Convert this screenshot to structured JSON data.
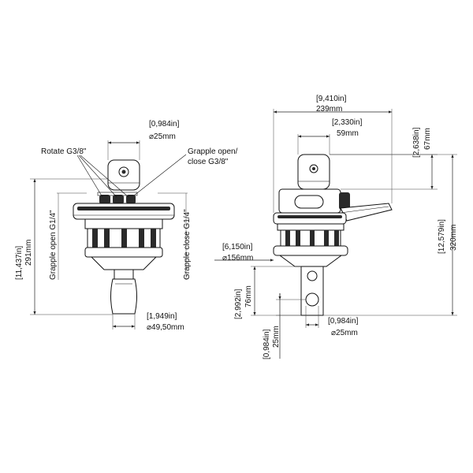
{
  "left_view": {
    "top_shaft_in": "[0,984in]",
    "top_shaft_mm": "⌀25mm",
    "rotate_label": "Rotate G3/8\"",
    "grapple_label_line1": "Grapple open/",
    "grapple_label_line2": "close G3/8\"",
    "height_in": "[11,437in]",
    "height_mm": "291mm",
    "open_port_label": "Grapple open G1/4\"",
    "close_port_label": "Grapple close G1/4\"",
    "bottom_shaft_in": "[1,949in]",
    "bottom_shaft_mm": "⌀49,50mm"
  },
  "right_view": {
    "width_in": "[9,410in]",
    "width_mm": "239mm",
    "lug_width_in": "[2,330in]",
    "lug_width_mm": "59mm",
    "lug_height_in": "[2,638in]",
    "lug_height_mm": "67mm",
    "height_in": "[12,579in]",
    "height_mm": "320mm",
    "body_dia_in": "[6,150in]",
    "body_dia_mm": "⌀156mm",
    "shaft_len_in": "[2,992in]",
    "shaft_len_mm": "76mm",
    "pin_in": "[0,984in]",
    "pin_mm": "⌀25mm",
    "pin_offset_in": "[0,984in]",
    "pin_offset_mm": "25mm"
  },
  "colors": {
    "line": "#111111",
    "body_fill": "#ffffff",
    "dark_fill": "#2a2a2a",
    "dimension": "#222222"
  }
}
